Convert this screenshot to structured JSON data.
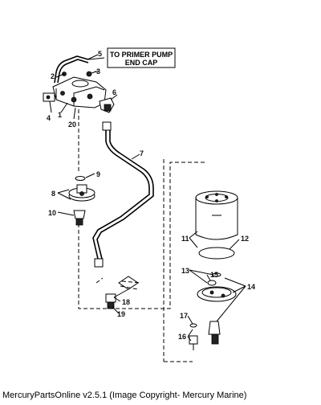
{
  "callout": {
    "line1": "TO PRIMER PUMP",
    "line2": "END CAP"
  },
  "labels": {
    "l1": "1",
    "l2": "2",
    "l3": "3",
    "l4": "4",
    "l5": "5",
    "l6": "6",
    "l7": "7",
    "l8": "8",
    "l9": "9",
    "l10": "10",
    "l11": "11",
    "l12": "12",
    "l13": "13",
    "l14": "14",
    "l15": "15",
    "l16": "16",
    "l17": "17",
    "l18": "18",
    "l19": "19",
    "l20": "20"
  },
  "footer": "MercuryPartsOnline v2.5.1 (Image Copyright- Mercury Marine)"
}
